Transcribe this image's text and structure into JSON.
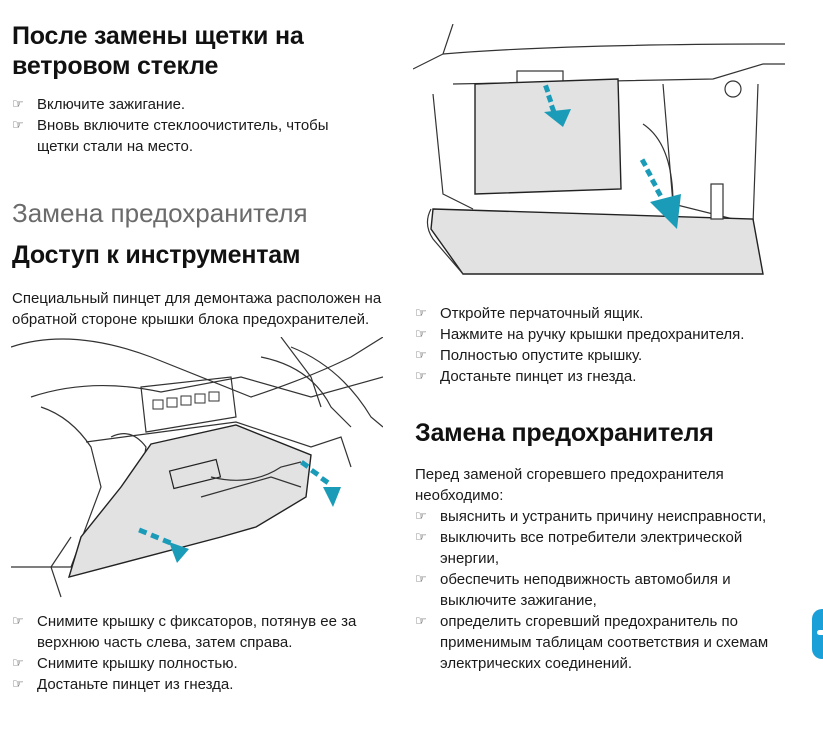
{
  "left": {
    "section1": {
      "title_line1": "После замены щетки на",
      "title_line2": "ветровом стекле",
      "items": [
        "Включите зажигание.",
        "Вновь включите стеклоочиститель, чтобы щетки стали на место."
      ]
    },
    "section2": {
      "gray_title": "Замена предохранителя",
      "title": "Доступ к инструментам",
      "intro": "Специальный пинцет для демонтажа расположен на обратной стороне крышки блока предохранителей."
    },
    "steps": [
      "Снимите крышку с фиксаторов, потянув ее за верхнюю часть слева, затем справа.",
      "Снимите крышку полностью.",
      "Достаньте пинцет из гнезда."
    ]
  },
  "right": {
    "steps": [
      "Откройте перчаточный ящик.",
      "Нажмите на ручку крышки предохранителя.",
      "Полностью опустите крышку.",
      "Достаньте пинцет из гнезда."
    ],
    "section": {
      "title": "Замена предохранителя",
      "intro": "Перед заменой сгоревшего предохранителя необходимо:",
      "items": [
        "выяснить и устранить причину неисправности,",
        "выключить все потребители электрической энергии,",
        "обеспечить неподвижность автомобиля и выключите зажигание,",
        "определить сгоревший предохранитель по применимым таблицам соответствия и схемам электрических соединений."
      ]
    }
  },
  "bullet_icon": "pointing-hand-icon",
  "colors": {
    "accent_arrow": "#1a9bb8",
    "tab": "#1aa0d8",
    "panel_gray": "#e2e2e2"
  }
}
